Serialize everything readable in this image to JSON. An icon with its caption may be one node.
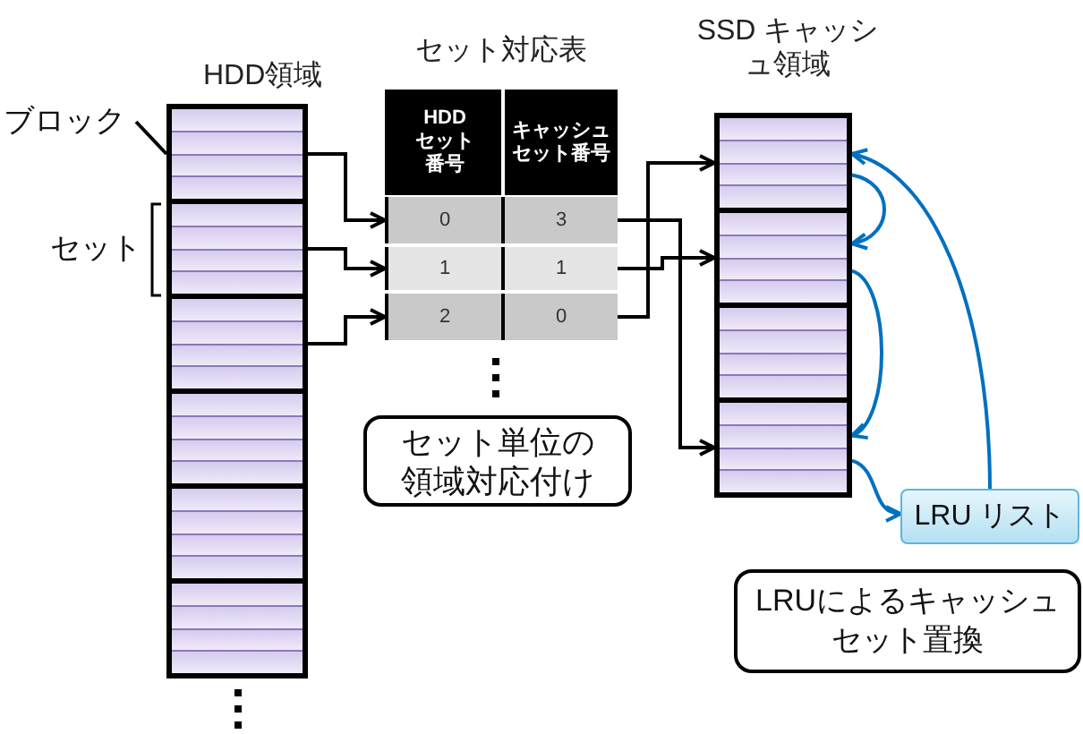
{
  "diagram": {
    "nodes": [
      {
        "text": [
          "HDD領域"
        ]
      },
      {
        "text": [],
        "shape": "box",
        "in": 0
      },
      {
        "text": [],
        "shape": "box",
        "in": 0
      },
      {
        "text": [],
        "shape": "box",
        "in": 0
      },
      {
        "text": [],
        "shape": "box",
        "in": 0
      },
      {
        "text": [],
        "shape": "box",
        "in": 0
      },
      {
        "text": [],
        "shape": "box",
        "in": 0
      },
      {
        "text": [
          "ブロック"
        ]
      },
      {
        "text": [
          "セット対応表"
        ]
      },
      {
        "text": [
          "HDD セット番号",
          "キャッシュセット番号"
        ],
        "in": 8
      },
      {
        "text": [
          "0",
          "3"
        ],
        "in": 8
      },
      {
        "text": [
          "1",
          "1"
        ],
        "in": 8
      },
      {
        "text": [
          "2",
          "0"
        ],
        "in": 8
      },
      {
        "text": [
          "SSD キャッシュ領域"
        ]
      },
      {
        "text": [],
        "shape": "box",
        "in": 13
      },
      {
        "text": [],
        "shape": "box",
        "in": 13
      },
      {
        "text": [],
        "shape": "box",
        "in": 13
      },
      {
        "text": [],
        "shape": "box",
        "in": 13
      },
      {
        "text": [
          "LRU リスト"
        ]
      },
      {
        "text": [
          "セット単位の領域対応付け"
        ]
      },
      {
        "text": [
          "LRUによるキャッシュセット置換"
        ]
      }
    ],
    "edges": [
      {
        "from": 7,
        "to": 1,
        "arrow": "none"
      },
      {
        "from": 1,
        "to": 10,
        "arrow": "to"
      },
      {
        "from": 2,
        "to": 11,
        "arrow": "to"
      },
      {
        "from": 3,
        "to": 12,
        "arrow": "to"
      },
      {
        "from": 10,
        "to": 17,
        "arrow": "to"
      },
      {
        "from": 11,
        "to": 15,
        "arrow": "to"
      },
      {
        "from": 12,
        "to": 14,
        "arrow": "to"
      },
      {
        "from": 18,
        "to": 14,
        "arrow": "to",
        "color": "#0070c0"
      },
      {
        "from": 14,
        "to": 15,
        "arrow": "to",
        "color": "#0070c0"
      },
      {
        "from": 15,
        "to": 17,
        "arrow": "to",
        "color": "#0070c0"
      },
      {
        "from": 17,
        "to": 18,
        "arrow": "to",
        "color": "#0070c0"
      }
    ],
    "labels": [
      "セット"
    ]
  }
}
